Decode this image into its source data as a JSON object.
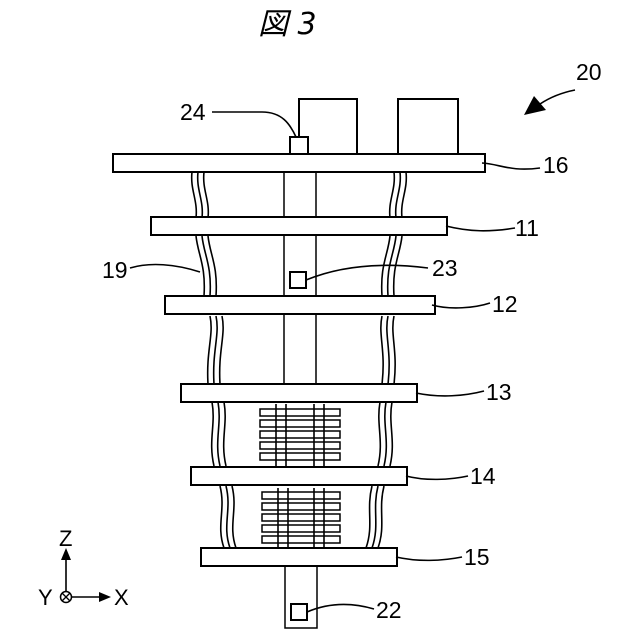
{
  "figure": {
    "title": "図 3"
  },
  "labels": {
    "assembly": "20",
    "plate_16": "16",
    "plate_11": "11",
    "plate_12": "12",
    "plate_13": "13",
    "plate_14": "14",
    "plate_15": "15",
    "cable": "19",
    "sensor_23": "23",
    "sensor_24": "24",
    "sensor_22": "22"
  },
  "axes": {
    "z": "Z",
    "y": "Y",
    "x": "X"
  }
}
